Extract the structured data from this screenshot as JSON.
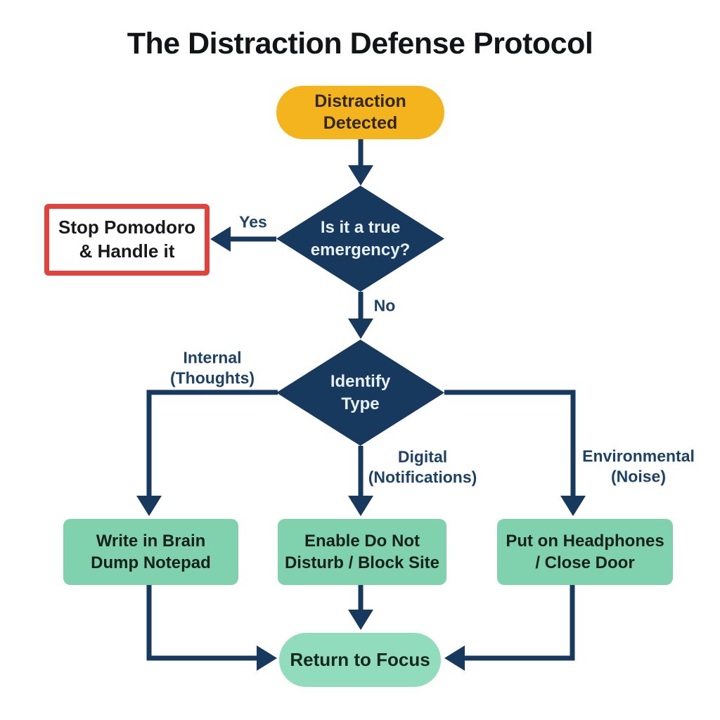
{
  "title": "The Distraction Defense Protocol",
  "nodes": {
    "start": "Distraction\nDetected",
    "decision_emergency": "Is it a true\nemergency?",
    "emergency_action": "Stop Pomodoro\n& Handle it",
    "decision_type": "Identify\nType",
    "action_internal": "Write in Brain\nDump Notepad",
    "action_digital": "Enable Do Not\nDisturb / Block Site",
    "action_environmental": "Put on Headphones\n/ Close Door",
    "end": "Return to Focus"
  },
  "edge_labels": {
    "yes": "Yes",
    "no": "No",
    "internal": "Internal\n(Thoughts)",
    "digital": "Digital\n(Notifications)",
    "environmental": "Environmental\n(Noise)"
  },
  "colors": {
    "background": "#FFFFFF",
    "title_text": "#131417",
    "start_fill": "#F4B41E",
    "start_text": "#33260F",
    "decision_fill": "#17395E",
    "decision_text": "#E9F1F8",
    "connector": "#17395E",
    "edge_label_text": "#1D4266",
    "emergency_border": "#E5413C",
    "action_fill": "#80D2AF",
    "end_fill": "#90DCBD"
  }
}
